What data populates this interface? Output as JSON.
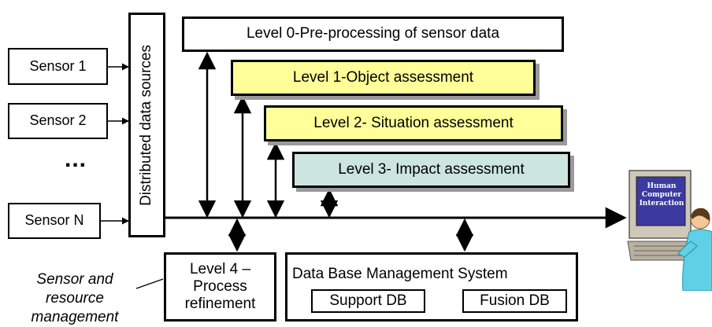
{
  "sensors": [
    {
      "label": "Sensor 1"
    },
    {
      "label": "Sensor 2"
    },
    {
      "label": "..."
    },
    {
      "label": "Sensor N"
    }
  ],
  "data_sources": {
    "label": "Distributed data sources"
  },
  "levels": {
    "level0": {
      "label": "Level 0-Pre-processing of sensor data"
    },
    "level1": {
      "label": "Level 1-Object assessment"
    },
    "level2": {
      "label": "Level 2- Situation assessment"
    },
    "level3": {
      "label": "Level 3- Impact assessment"
    },
    "level4": {
      "line1": "Level 4 –",
      "line2": "Process",
      "line3": "refinement"
    }
  },
  "dbms": {
    "title": "Data Base Management System",
    "support_db": "Support DB",
    "fusion_db": "Fusion DB"
  },
  "resource_management": {
    "line1": "Sensor and",
    "line2": "resource",
    "line3": "management"
  },
  "hci_screen": {
    "line1": "Human",
    "line2": "Computer",
    "line3": "Interaction"
  },
  "colors": {
    "level1_fill": "#ffff99",
    "level2_fill": "#ffff99",
    "level3_fill": "#cce5e0",
    "hci_monitor": "#3a3aa0",
    "hci_person_shirt": "#5fd0e6"
  }
}
